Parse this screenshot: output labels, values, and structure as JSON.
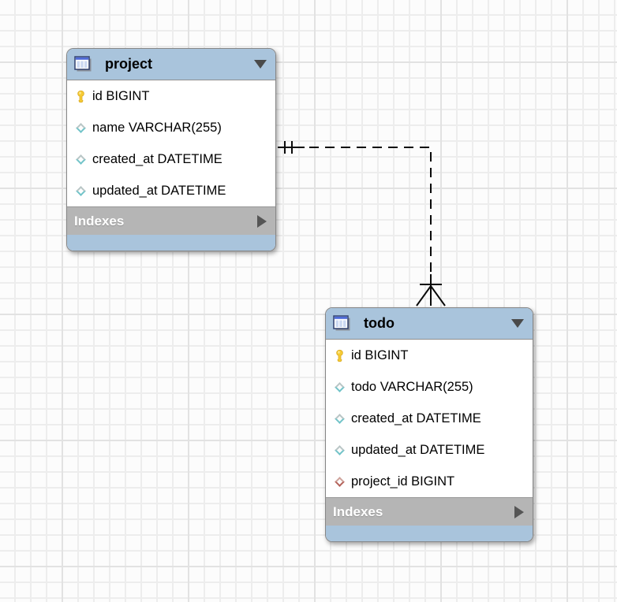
{
  "tables": [
    {
      "name": "project",
      "indexes_label": "Indexes",
      "columns": [
        {
          "label": "id BIGINT",
          "icon": "primary-key-icon"
        },
        {
          "label": "name VARCHAR(255)",
          "icon": "column-diamond-icon"
        },
        {
          "label": "created_at DATETIME",
          "icon": "column-diamond-icon"
        },
        {
          "label": "updated_at DATETIME",
          "icon": "column-diamond-icon"
        }
      ]
    },
    {
      "name": "todo",
      "indexes_label": "Indexes",
      "columns": [
        {
          "label": "id BIGINT",
          "icon": "primary-key-icon"
        },
        {
          "label": "todo VARCHAR(255)",
          "icon": "column-diamond-icon"
        },
        {
          "label": "created_at DATETIME",
          "icon": "column-diamond-icon"
        },
        {
          "label": "updated_at DATETIME",
          "icon": "column-diamond-icon"
        },
        {
          "label": "project_id BIGINT",
          "icon": "foreign-key-diamond-icon"
        }
      ]
    }
  ],
  "relationship": {
    "from_table": "project",
    "to_table": "todo",
    "from_cardinality": "one",
    "to_cardinality": "many",
    "line_style": "dashed"
  },
  "colors": {
    "header_blue": "#a9c4dc",
    "indexes_gray": "#b5b5b5",
    "row_bg": "#ffffff",
    "line_color": "#0a0a0a",
    "grid_minor": "#ededed",
    "grid_major": "#e2e2e2"
  }
}
